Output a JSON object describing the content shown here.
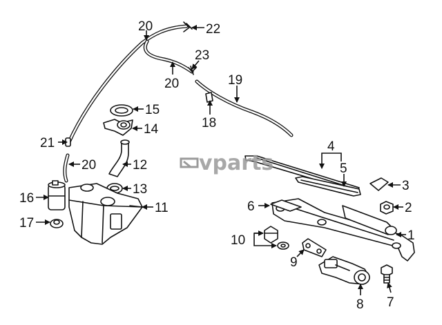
{
  "watermark": "vparts",
  "callouts": {
    "c1": "1",
    "c2": "2",
    "c3": "3",
    "c4": "4",
    "c5": "5",
    "c6": "6",
    "c7": "7",
    "c8": "8",
    "c9": "9",
    "c10": "10",
    "c11": "11",
    "c12": "12",
    "c13": "13",
    "c14": "14",
    "c15": "15",
    "c16": "16",
    "c17": "17",
    "c18": "18",
    "c19": "19",
    "c20a": "20",
    "c20b": "20",
    "c20c": "20",
    "c21": "21",
    "c22": "22",
    "c23": "23"
  }
}
